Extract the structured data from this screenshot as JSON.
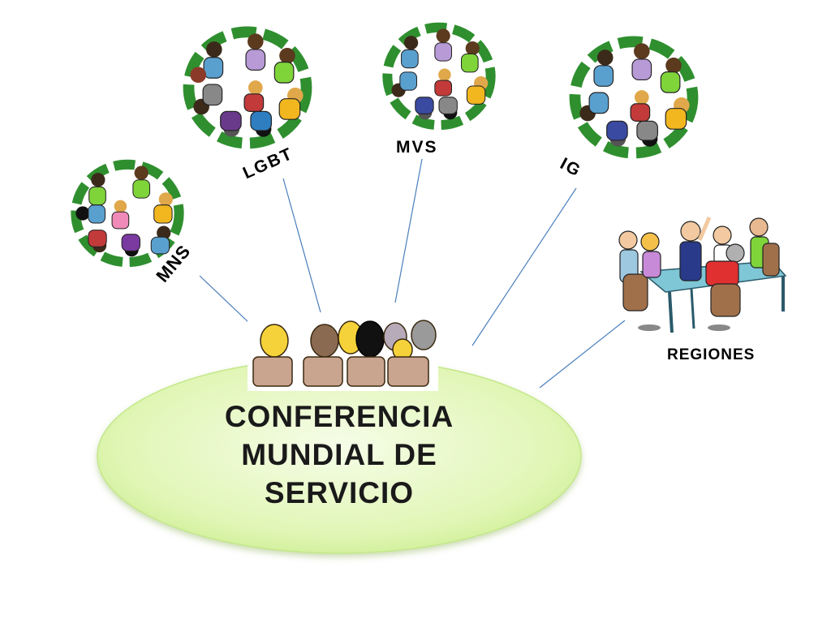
{
  "diagram": {
    "center": {
      "title_lines": [
        "CONFERENCIA",
        "MUNDIAL DE",
        "SERVICIO"
      ]
    },
    "nodes": [
      {
        "label": "MNS"
      },
      {
        "label": "LGBT"
      },
      {
        "label": "MVS"
      },
      {
        "label": "IG"
      },
      {
        "label": "REGIONES"
      }
    ]
  },
  "colors": {
    "ellipse_fill": "#e4f7bf",
    "ellipse_center": "#f4fce4",
    "ellipse_edge": "#c9ec8a",
    "connector": "#4a7ebb",
    "chair_green": "#2f8f2f",
    "table_teal": "#6fb7c9",
    "chair_seat": "#c9a48f"
  },
  "icons": {
    "group_icon": "people-in-circle-icon",
    "meeting_icon": "meeting-table-icon",
    "audience_icon": "audience-seated-icon"
  }
}
